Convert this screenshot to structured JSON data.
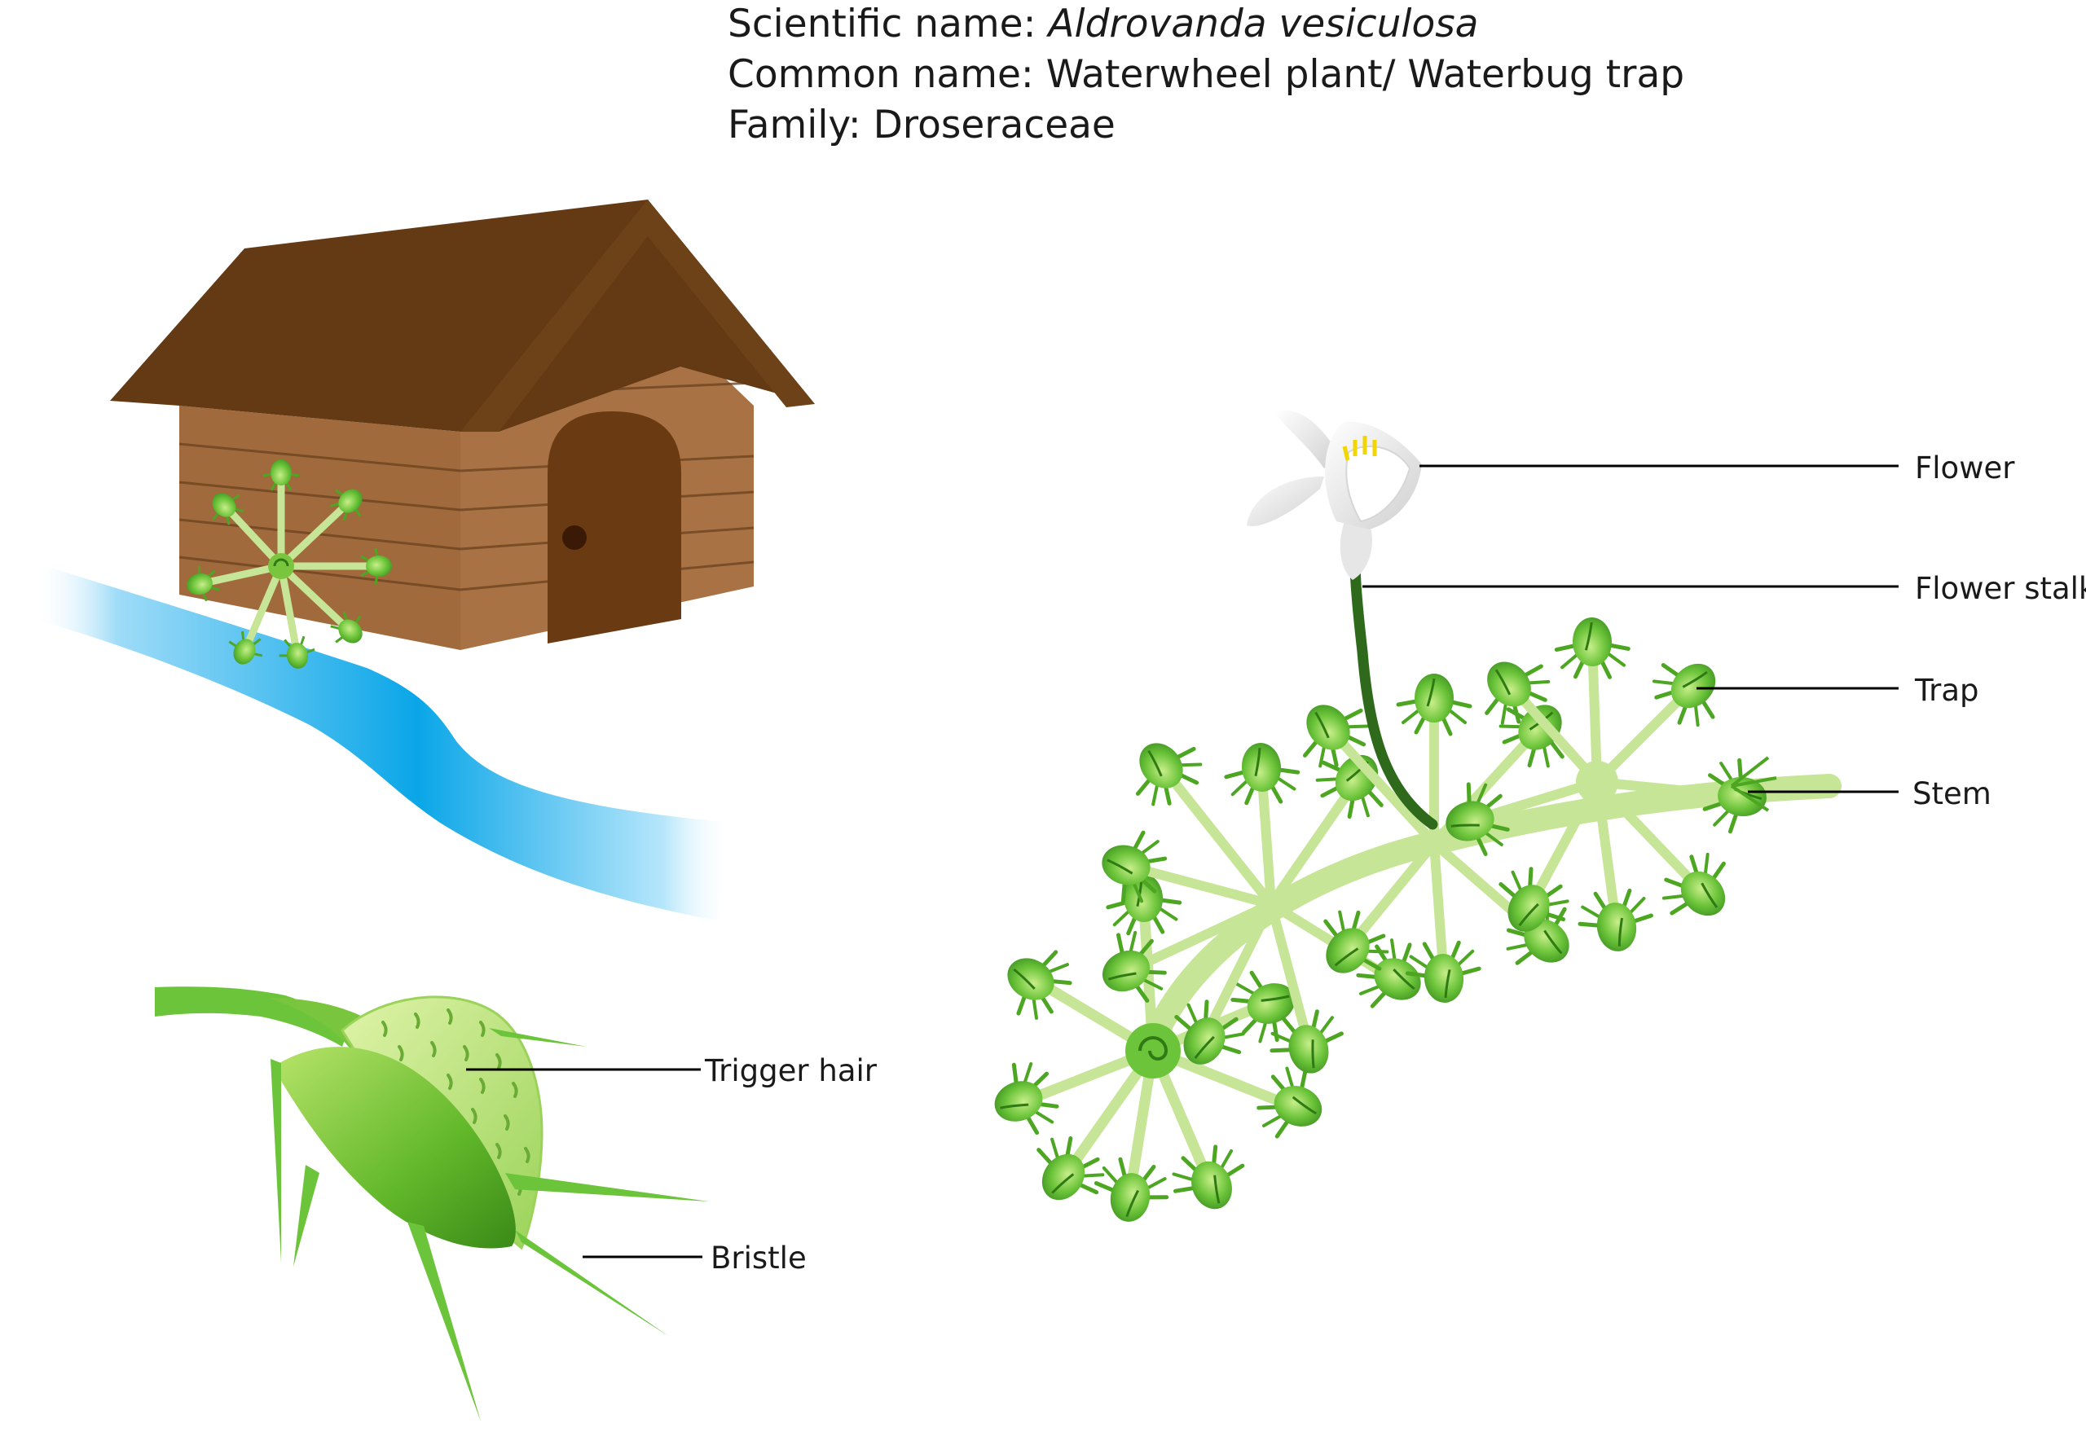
{
  "header": {
    "scientific_prefix": "Scientific name: ",
    "scientific_name": "Aldrovanda vesiculosa",
    "common_name": "Common name: Waterwheel plant/ Waterbug trap",
    "family": "Family: Droseraceae"
  },
  "labels": {
    "flower": "Flower",
    "flower_stalk": "Flower stalk",
    "trap": "Trap",
    "stem": "Stem",
    "trigger_hair": "Trigger hair",
    "bristle": "Bristle"
  },
  "colors": {
    "roof": "#643a14",
    "wood": "#a06a3c",
    "wood_dark": "#8a5a30",
    "door": "#6a3a12",
    "water": "#0aa6e8",
    "stem": "#c6e596",
    "trap": "#58b82e",
    "trap_dark": "#3f9420",
    "stalk": "#2f6a1c",
    "flower": "#f4f4f4"
  }
}
